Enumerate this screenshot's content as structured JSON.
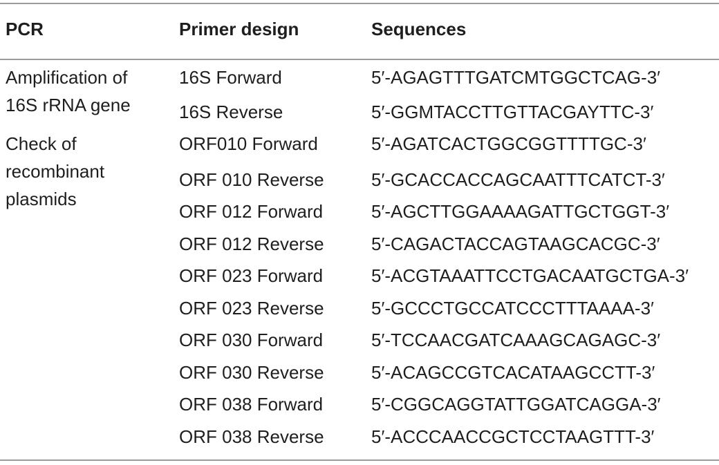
{
  "table": {
    "headers": {
      "pcr": "PCR",
      "primer": "Primer design",
      "sequences": "Sequences"
    },
    "pcr_groups": [
      {
        "lines": [
          "Amplification of",
          "16S rRNA gene"
        ]
      },
      {
        "lines": [
          "Check of",
          "recombinant",
          "plasmids"
        ]
      }
    ],
    "rows": [
      {
        "primer": "16S Forward",
        "sequence": "5′-AGAGTTTGATCMTGGCTCAG-3′"
      },
      {
        "primer": "16S Reverse",
        "sequence": "5′-GGMTACCTTGTTACGAYTTC-3′"
      },
      {
        "primer": "ORF010 Forward",
        "sequence": "5′-AGATCACTGGCGGTTTTGC-3′"
      },
      {
        "primer": "ORF 010 Reverse",
        "sequence": "5′-GCACCACCAGCAATTTCATCT-3′"
      },
      {
        "primer": "ORF 012 Forward",
        "sequence": "5′-AGCTTGGAAAAGATTGCTGGT-3′"
      },
      {
        "primer": "ORF 012 Reverse",
        "sequence": "5′-CAGACTACCAGTAAGCACGC-3′"
      },
      {
        "primer": "ORF 023 Forward",
        "sequence": "5′-ACGTAAATTCCTGACAATGCTGA-3′"
      },
      {
        "primer": "ORF 023 Reverse",
        "sequence": "5′-GCCCTGCCATCCCTTTAAAA-3′"
      },
      {
        "primer": "ORF 030 Forward",
        "sequence": "5′-TCCAACGATCAAAGCAGAGC-3′"
      },
      {
        "primer": "ORF 030 Reverse",
        "sequence": "5′-ACAGCCGTCACATAAGCCTT-3′"
      },
      {
        "primer": "ORF 038 Forward",
        "sequence": "5′-CGGCAGGTATTGGATCAGGA-3′"
      },
      {
        "primer": "ORF 038 Reverse",
        "sequence": "5′-ACCCAACCGCTCCTAAGTTT-3′"
      }
    ]
  }
}
